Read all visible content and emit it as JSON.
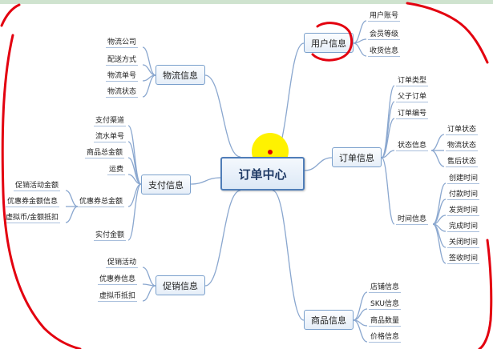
{
  "root": "订单中心",
  "branches": {
    "user": {
      "label": "用户信息",
      "items": [
        "用户账号",
        "会员等级",
        "收货信息"
      ]
    },
    "order": {
      "label": "订单信息",
      "items": [
        "订单类型",
        "父子订单",
        "订单编号"
      ],
      "status": {
        "label": "状态信息",
        "items": [
          "订单状态",
          "物流状态",
          "售后状态"
        ]
      },
      "time": {
        "label": "时间信息",
        "items": [
          "创建时间",
          "付款时间",
          "发货时间",
          "完成时间",
          "关闭时间",
          "签收时间"
        ]
      }
    },
    "product": {
      "label": "商品信息",
      "items": [
        "店铺信息",
        "SKU信息",
        "商品数量",
        "价格信息"
      ]
    },
    "logistics": {
      "label": "物流信息",
      "items": [
        "物流公司",
        "配送方式",
        "物流单号",
        "物流状态"
      ]
    },
    "payment": {
      "label": "支付信息",
      "items": [
        "支付渠道",
        "流水单号",
        "商品总金额",
        "运费"
      ],
      "discount": {
        "label": "优惠券总金额",
        "items": [
          "促销活动金额",
          "优惠券金额信息",
          "虚拟币/金额抵扣"
        ]
      },
      "tail": "实付金额"
    },
    "promotion": {
      "label": "促销信息",
      "items": [
        "促销活动",
        "优惠券信息",
        "虚拟币抵扣"
      ]
    }
  },
  "colors": {
    "line": "#8aa7cf",
    "node_border": "#7aa0cc",
    "highlight": "#fff200",
    "annotation": "#e3000f"
  }
}
